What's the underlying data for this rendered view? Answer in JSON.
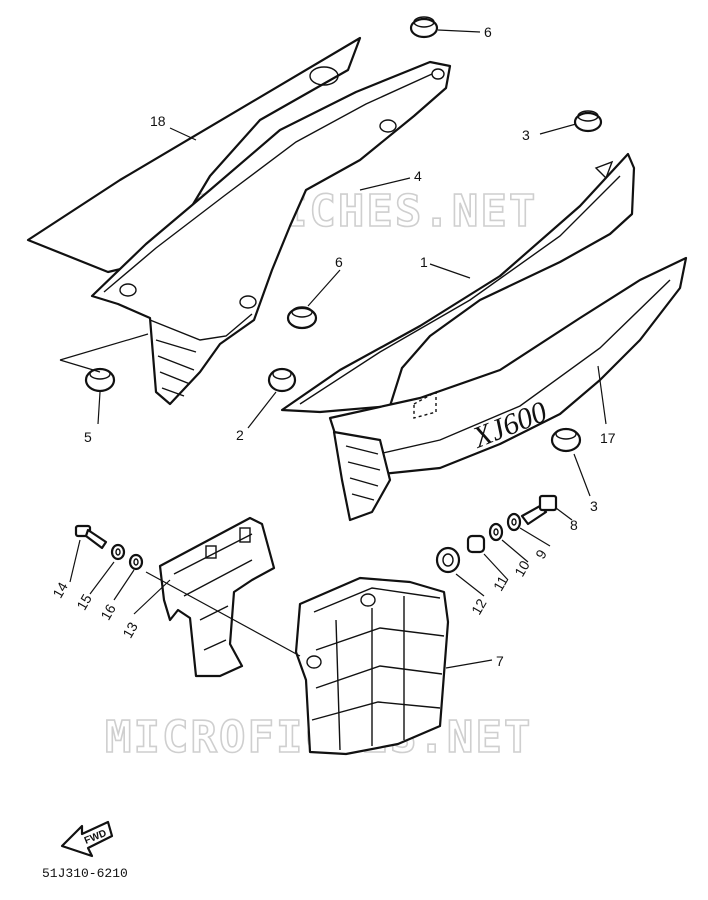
{
  "watermark": "MICROFICHES.NET",
  "model_badge": "XJ600",
  "forward_label": "FWD",
  "diagram_code": "51J310-6210",
  "callouts": [
    "6",
    "18",
    "4",
    "3",
    "1",
    "6",
    "5",
    "2",
    "17",
    "3",
    "8",
    "9",
    "10",
    "11",
    "12",
    "7",
    "14",
    "15",
    "16",
    "13"
  ],
  "colors": {
    "line": "#111111",
    "watermark": "#cfcfcf",
    "background": "#ffffff"
  }
}
